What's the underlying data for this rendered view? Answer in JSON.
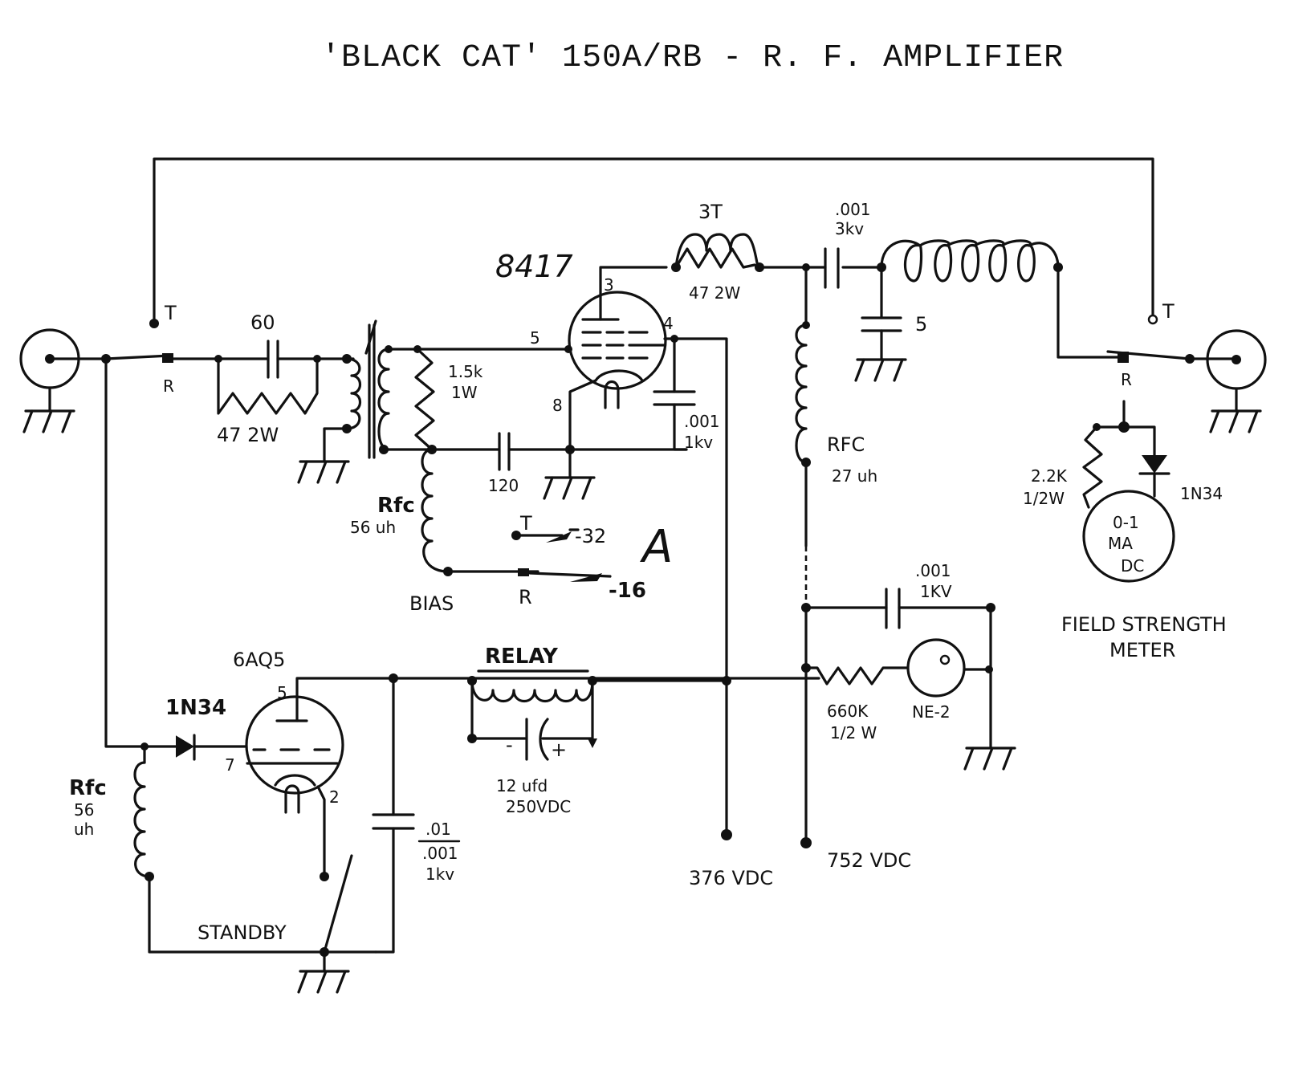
{
  "title": "'BLACK CAT' 150A/RB - R. F. AMPLIFIER",
  "tubes": {
    "amplifier": "8417",
    "relay_driver": "6AQ5",
    "pins": {
      "p3": "3",
      "p4": "4",
      "p5": "5",
      "p8": "8",
      "d5": "5",
      "d7": "7",
      "d2": "2"
    }
  },
  "switch_labels": {
    "t": "T",
    "r": "R"
  },
  "components": {
    "input_cap": "60",
    "input_res": "47 2W",
    "grid_res_1": "1.5k",
    "grid_res_2": "1W",
    "grid_cap": "120",
    "grid_rfc_1": "Rfc",
    "grid_rfc_2": "56 uh",
    "screen_cap_1": ".001",
    "screen_cap_2": "1kv",
    "parasitic_choke": "3T",
    "parasitic_res": "47 2W",
    "coupling_cap_1": ".001",
    "coupling_cap_2": "3kv",
    "tank_cap": "5",
    "plate_rfc_1": "RFC",
    "plate_rfc_2": "27 uh",
    "bypass_cap_1": ".001",
    "bypass_cap_2": "1KV",
    "neon_res_1": "660K",
    "neon_res_2": "1/2 W",
    "neon_lamp": "NE-2",
    "relay": "RELAY",
    "relay_cap_1": "12 ufd",
    "relay_cap_2": "250VDC",
    "detector_diode": "1N34",
    "det_rfc_1": "Rfc",
    "det_rfc_2": "56",
    "det_rfc_3": "uh",
    "driver_cap_1": ".01",
    "driver_cap_2": ".001",
    "driver_cap_3": "1kv",
    "standby": "STANDBY",
    "bias": "BIAS",
    "bias_t_value": "-32",
    "bias_r_value": "-16",
    "bias_mark": "A",
    "supply_low": "376 VDC",
    "supply_high": "752 VDC"
  },
  "field_strength_meter": {
    "res_1": "2.2K",
    "res_2": "1/2W",
    "diode": "1N34",
    "meter_1": "0-1",
    "meter_2": "MA",
    "meter_3": "DC",
    "caption_1": "FIELD STRENGTH",
    "caption_2": "METER"
  },
  "icons": [
    "coax-connector-icon",
    "ground-icon",
    "vacuum-tube-icon",
    "diode-icon",
    "meter-icon",
    "neon-lamp-icon"
  ]
}
